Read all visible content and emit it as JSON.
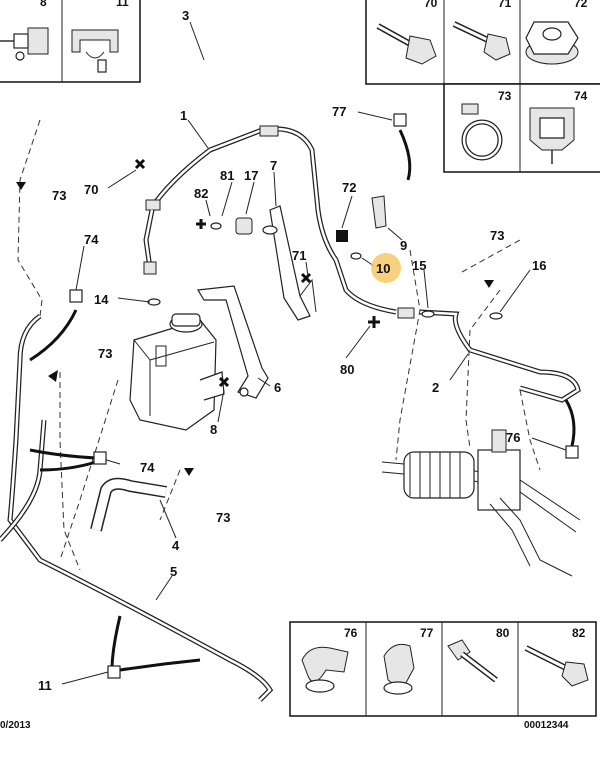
{
  "highlight_color": "#f7c96a",
  "corner_boxes": {
    "top_left": [
      "8",
      "11"
    ],
    "top_right": [
      "70",
      "71",
      "72"
    ],
    "mid_right": [
      "73",
      "74"
    ],
    "bottom_right": [
      "76",
      "77",
      "80",
      "82"
    ]
  },
  "labels": {
    "l1": "1",
    "l2": "2",
    "l3": "3",
    "l4": "4",
    "l5": "5",
    "l6": "6",
    "l7": "7",
    "l8": "8",
    "l9": "9",
    "l10": "10",
    "l11": "11",
    "l14": "14",
    "l15": "15",
    "l16": "16",
    "l17": "17",
    "l70": "70",
    "l71": "71",
    "l72": "72",
    "l73a": "73",
    "l73b": "73",
    "l73c": "73",
    "l73d": "73",
    "l74a": "74",
    "l74b": "74",
    "l76": "76",
    "l77": "77",
    "l80": "80",
    "l81": "81",
    "l82": "82"
  },
  "footer": {
    "date": "0/2013",
    "code": "00012344"
  }
}
